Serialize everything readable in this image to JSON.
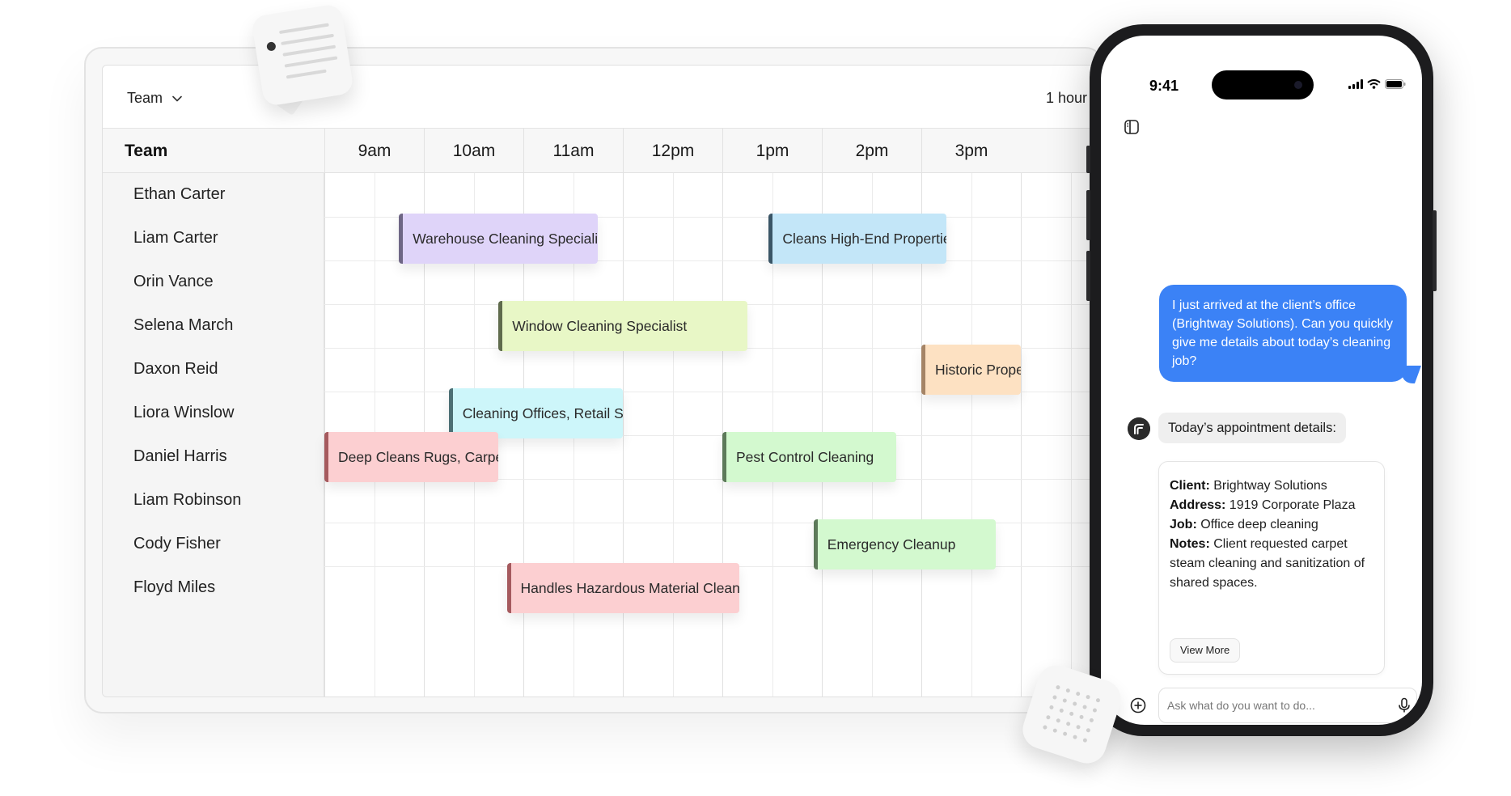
{
  "scheduler": {
    "team_select_label": "Team",
    "interval_label": "1 hour",
    "header_team_label": "Team",
    "time_columns": [
      "9am",
      "10am",
      "11am",
      "12pm",
      "1pm",
      "2pm",
      "3pm"
    ],
    "members": [
      "Ethan Carter",
      "Liam Carter",
      "Orin Vance",
      "Selena March",
      "Daxon Reid",
      "Liora Winslow",
      "Daniel Harris",
      "Liam Robinson",
      "Cody Fisher",
      "Floyd Miles"
    ],
    "events": [
      {
        "label": "Warehouse Cleaning Specialist",
        "member": "Liam Carter",
        "start": "9:15am",
        "end": "11:15am",
        "color": "#dfd4f9",
        "accent": "#6e6685"
      },
      {
        "label": "Cleans High-End Properties",
        "member": "Liam Carter",
        "start": "12:58pm",
        "end": "2:45pm",
        "color": "#c3e6f8",
        "accent": "#3a5566"
      },
      {
        "label": "Window Cleaning Specialist",
        "member": "Selena March",
        "start": "10:15am",
        "end": "12:45pm",
        "color": "#e8f7c6",
        "accent": "#5f6b4c"
      },
      {
        "label": "Historic Properties",
        "member": "Daxon Reid",
        "start": "2:30pm",
        "end": "3:30pm",
        "color": "#fde1c2",
        "accent": "#a58466"
      },
      {
        "label": "Cleaning Offices, Retail Spaces",
        "member": "Liora Winslow",
        "start": "9:45am",
        "end": "11:30am",
        "color": "#cdf6fa",
        "accent": "#4c6f74"
      },
      {
        "label": "Deep Cleans Rugs, Carpets",
        "member": "Daniel Harris",
        "start": "8:30am",
        "end": "10:15am",
        "color": "#fccfd1",
        "accent": "#a55a5e"
      },
      {
        "label": "Pest Control Cleaning",
        "member": "Daniel Harris",
        "start": "12:30pm",
        "end": "2:15pm",
        "color": "#d3f9cf",
        "accent": "#5d7a5a"
      },
      {
        "label": "Emergency Cleanup",
        "member": "Cody Fisher",
        "start": "1:25pm",
        "end": "3:15pm",
        "color": "#d3f9cf",
        "accent": "#5d7a5a"
      },
      {
        "label": "Handles Hazardous Material Cleanup",
        "member": "Floyd Miles",
        "start": "10:20am",
        "end": "12:40pm",
        "color": "#fccfd1",
        "accent": "#a55a5e"
      }
    ]
  },
  "phone": {
    "status_time": "9:41",
    "user_message": "I just arrived at the client’s office (Brightway Solutions). Can you quickly give me details about today’s cleaning job?",
    "assistant_chip": "Today’s appointment details:",
    "details": [
      {
        "key": "Client:",
        "value": " Brightway Solutions"
      },
      {
        "key": "Address:",
        "value": " 1919 Corporate Plaza"
      },
      {
        "key": "Job:",
        "value": " Office deep cleaning"
      },
      {
        "key": "Notes:",
        "value": " Client requested carpet steam cleaning and sanitization of shared spaces."
      }
    ],
    "view_more_label": "View More",
    "input_placeholder": "Ask what do you want to do...",
    "accent_color": "#3b82f6"
  }
}
